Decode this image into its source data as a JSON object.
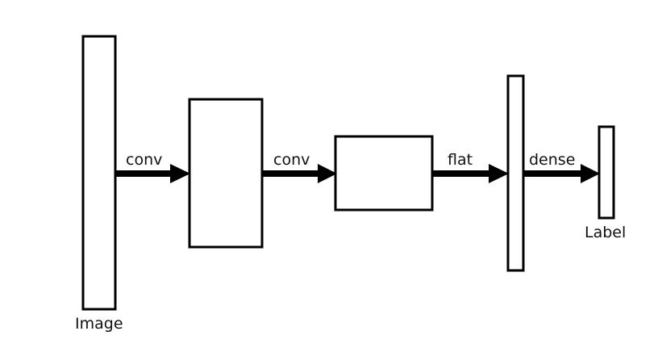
{
  "diagram": {
    "nodes": {
      "image": "Image",
      "label": "Label"
    },
    "edges": {
      "conv1": "conv",
      "conv2": "conv",
      "flat": "flat",
      "dense": "dense"
    }
  },
  "colors": {
    "stroke": "#000000",
    "fill": "#ffffff"
  }
}
